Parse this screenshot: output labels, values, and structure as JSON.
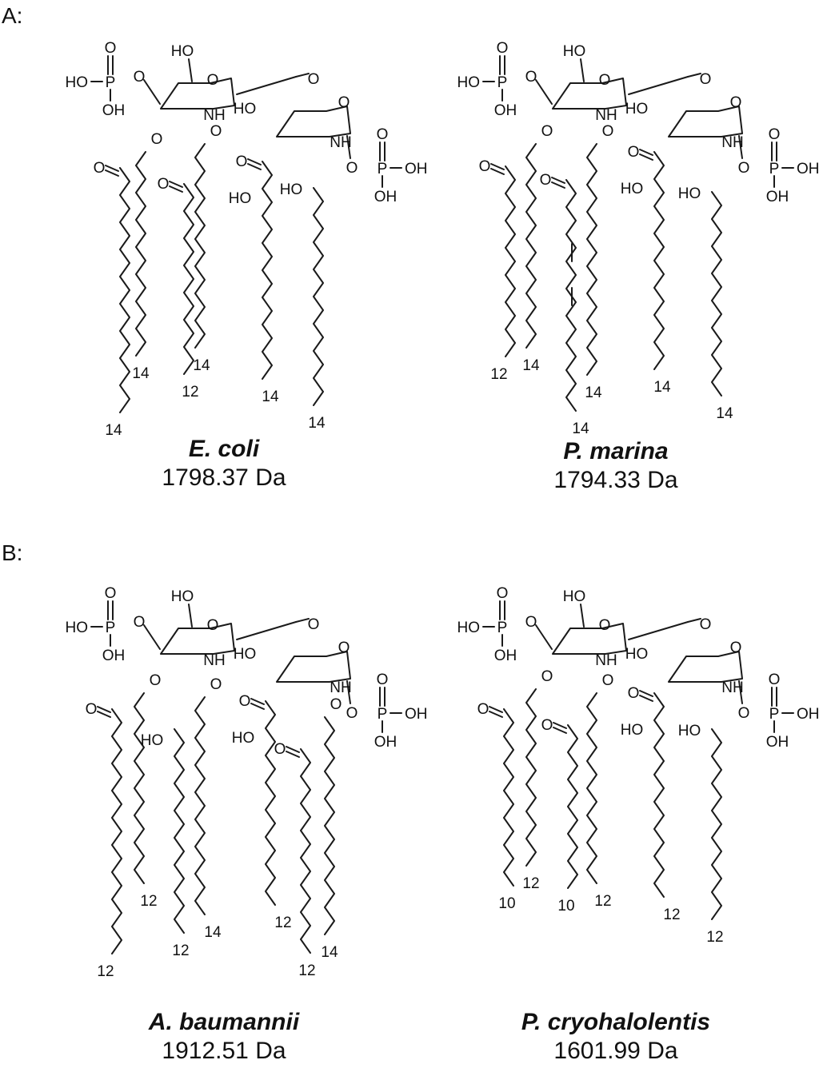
{
  "panels": [
    {
      "label": "A:"
    },
    {
      "label": "B:"
    }
  ],
  "structures": [
    {
      "species": "E. coli",
      "mass": "1798.37 Da",
      "chains": [
        {
          "label": "14"
        },
        {
          "label": "14"
        },
        {
          "label": "12"
        },
        {
          "label": "14"
        },
        {
          "label": "14"
        },
        {
          "label": "14"
        }
      ]
    },
    {
      "species": "P. marina",
      "mass": "1794.33 Da",
      "chains": [
        {
          "label": "12"
        },
        {
          "label": "14"
        },
        {
          "label": "14"
        },
        {
          "label": "14"
        },
        {
          "label": "14"
        },
        {
          "label": "14"
        }
      ]
    },
    {
      "species": "A. baumannii",
      "mass": "1912.51 Da",
      "chains": [
        {
          "label": "12"
        },
        {
          "label": "12"
        },
        {
          "label": "12"
        },
        {
          "label": "14"
        },
        {
          "label": "12"
        },
        {
          "label": "12"
        },
        {
          "label": "14"
        }
      ]
    },
    {
      "species": "P. cryohalolentis",
      "mass": "1601.99 Da",
      "chains": [
        {
          "label": "10"
        },
        {
          "label": "12"
        },
        {
          "label": "10"
        },
        {
          "label": "12"
        },
        {
          "label": "12"
        },
        {
          "label": "12"
        }
      ]
    }
  ],
  "atom_labels": {
    "o": "O",
    "ho": "HO",
    "oh": "OH",
    "p": "P",
    "nh": "NH",
    "hoch2": "HO"
  }
}
